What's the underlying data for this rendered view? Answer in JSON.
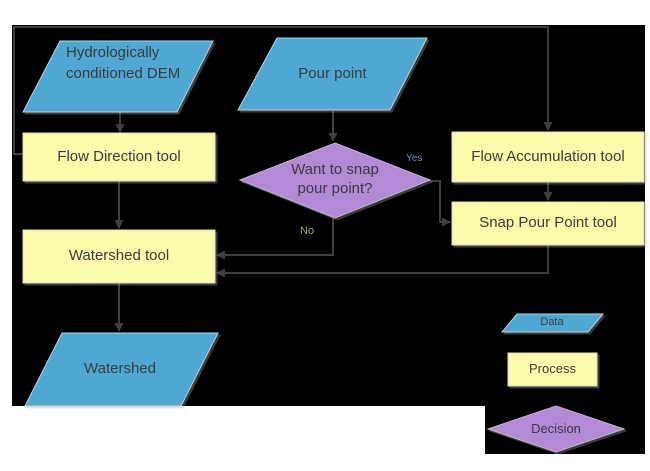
{
  "diagram": {
    "nodes": {
      "dem": {
        "label": "Hydrologically conditioned DEM",
        "type": "data"
      },
      "pour_point": {
        "label": "Pour point",
        "type": "data"
      },
      "flow_direction": {
        "label": "Flow Direction tool",
        "type": "process"
      },
      "flow_accumulation": {
        "label": "Flow Accumulation tool",
        "type": "process"
      },
      "snap_decision": {
        "label": "Want to snap pour point?",
        "type": "decision"
      },
      "snap_pour_point": {
        "label": "Snap Pour Point tool",
        "type": "process"
      },
      "watershed_tool": {
        "label": "Watershed tool",
        "type": "process"
      },
      "watershed": {
        "label": "Watershed",
        "type": "data"
      }
    },
    "edges": [
      {
        "from": "dem",
        "to": "flow_direction",
        "label": ""
      },
      {
        "from": "pour_point",
        "to": "snap_decision",
        "label": ""
      },
      {
        "from": "flow_direction",
        "to": "watershed_tool",
        "label": ""
      },
      {
        "from": "flow_direction",
        "to": "flow_accumulation",
        "label": ""
      },
      {
        "from": "flow_accumulation",
        "to": "snap_pour_point",
        "label": ""
      },
      {
        "from": "snap_decision",
        "to": "snap_pour_point",
        "label": "Yes"
      },
      {
        "from": "snap_decision",
        "to": "watershed_tool",
        "label": "No"
      },
      {
        "from": "snap_pour_point",
        "to": "watershed_tool",
        "label": ""
      },
      {
        "from": "watershed_tool",
        "to": "watershed",
        "label": ""
      }
    ],
    "edge_labels": {
      "yes": "Yes",
      "no": "No"
    },
    "legend": {
      "data": "Data",
      "process": "Process",
      "decision": "Decision"
    },
    "colors": {
      "page_background": "#FFFFFF",
      "diagram_background": "#000000",
      "data_fill": "#4FA8D4",
      "data_stroke": "#BCD2DC",
      "process_fill": "#FCFBAC",
      "process_stroke": "#DEDCC0",
      "decision_fill": "#B28AD6",
      "decision_stroke": "#C4B6D2",
      "connector": "#3F3F3F",
      "label_text": "#3B3B3B",
      "yes_label_color": "#7B86C8",
      "no_label_color": "#ABA75E"
    }
  }
}
